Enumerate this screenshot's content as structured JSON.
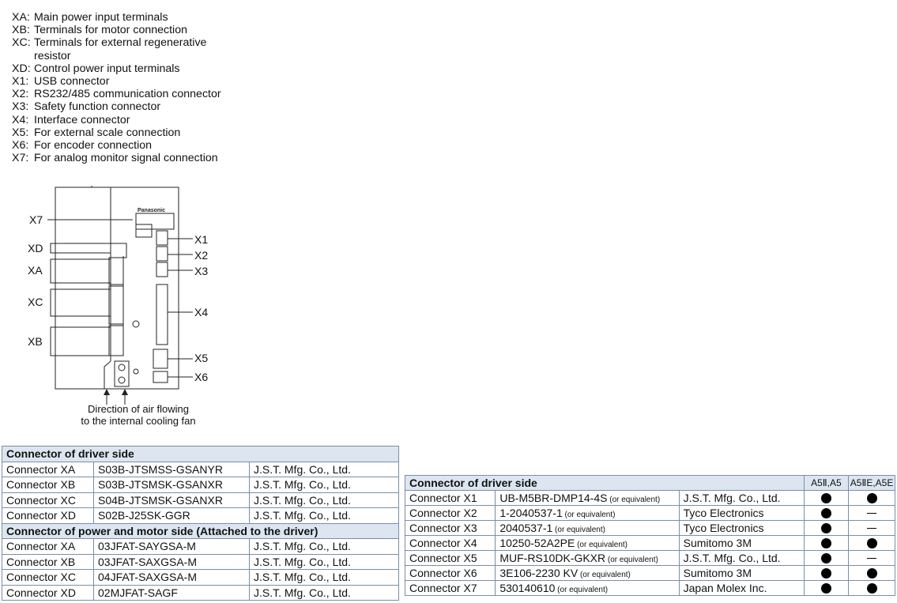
{
  "legend": [
    {
      "key": "XA:",
      "text": "Main power input terminals"
    },
    {
      "key": "XB:",
      "text": "Terminals for motor connection"
    },
    {
      "key": "XC:",
      "text": "Terminals for external regenerative",
      "cont": "resistor"
    },
    {
      "key": "XD:",
      "text": "Control power input terminals"
    },
    {
      "key": "X1:",
      "text": "USB connector"
    },
    {
      "key": "X2:",
      "text": "RS232/485 communication connector"
    },
    {
      "key": "X3:",
      "text": "Safety function connector"
    },
    {
      "key": "X4:",
      "text": "Interface connector"
    },
    {
      "key": "X5:",
      "text": "For external scale connection"
    },
    {
      "key": "X6:",
      "text": "For encoder connection"
    },
    {
      "key": "X7:",
      "text": "For analog monitor signal connection"
    }
  ],
  "diagram": {
    "brand": "Panasonic",
    "labels_left": [
      "X7",
      "XD",
      "XA",
      "XC",
      "XB"
    ],
    "labels_right": [
      "X1",
      "X2",
      "X3",
      "X4",
      "X5",
      "X6"
    ],
    "caption_line1": "Direction of air flowing",
    "caption_line2": "to the internal cooling fan"
  },
  "table1": {
    "header1": "Connector of driver side",
    "rows1": [
      [
        "Connector XA",
        "S03B-JTSMSS-GSANYR",
        "J.S.T. Mfg. Co., Ltd."
      ],
      [
        "Connector XB",
        "S03B-JTSMSK-GSANXR",
        "J.S.T. Mfg. Co., Ltd."
      ],
      [
        "Connector XC",
        "S04B-JTSMSK-GSANXR",
        "J.S.T. Mfg. Co., Ltd."
      ],
      [
        "Connector XD",
        "S02B-J25SK-GGR",
        "J.S.T. Mfg. Co., Ltd."
      ]
    ],
    "header2": "Connector of power and motor side (Attached to the driver)",
    "rows2": [
      [
        "Connector XA",
        "03JFAT-SAYGSA-M",
        "J.S.T. Mfg. Co., Ltd."
      ],
      [
        "Connector XB",
        "03JFAT-SAXGSA-M",
        "J.S.T. Mfg. Co., Ltd."
      ],
      [
        "Connector XC",
        "04JFAT-SAXGSA-M",
        "J.S.T. Mfg. Co., Ltd."
      ],
      [
        "Connector XD",
        "02MJFAT-SAGF",
        "J.S.T. Mfg. Co., Ltd."
      ]
    ]
  },
  "table2": {
    "header": "Connector of driver side",
    "col_a5": "A5Ⅱ,A5",
    "col_a5e": "A5ⅡE,A5E",
    "equiv": "(or equivalent)",
    "rows": [
      {
        "name": "Connector X1",
        "part": "UB-M5BR-DMP14-4S",
        "maker": "J.S.T. Mfg. Co., Ltd.",
        "a5": "dot",
        "a5e": "dot"
      },
      {
        "name": "Connector X2",
        "part": "1-2040537-1",
        "maker": "Tyco Electronics",
        "a5": "dot",
        "a5e": "dash"
      },
      {
        "name": "Connector X3",
        "part": "2040537-1",
        "maker": "Tyco Electronics",
        "a5": "dot",
        "a5e": "dash"
      },
      {
        "name": "Connector X4",
        "part": "10250-52A2PE",
        "maker": "Sumitomo 3M",
        "a5": "dot",
        "a5e": "dot"
      },
      {
        "name": "Connector X5",
        "part": "MUF-RS10DK-GKXR",
        "maker": "J.S.T. Mfg. Co., Ltd.",
        "a5": "dot",
        "a5e": "dash"
      },
      {
        "name": "Connector X6",
        "part": "3E106-2230 KV",
        "maker": "Sumitomo 3M",
        "a5": "dot",
        "a5e": "dot"
      },
      {
        "name": "Connector X7",
        "part": "530140610",
        "maker": "Japan Molex Inc.",
        "a5": "dot",
        "a5e": "dot"
      }
    ]
  }
}
